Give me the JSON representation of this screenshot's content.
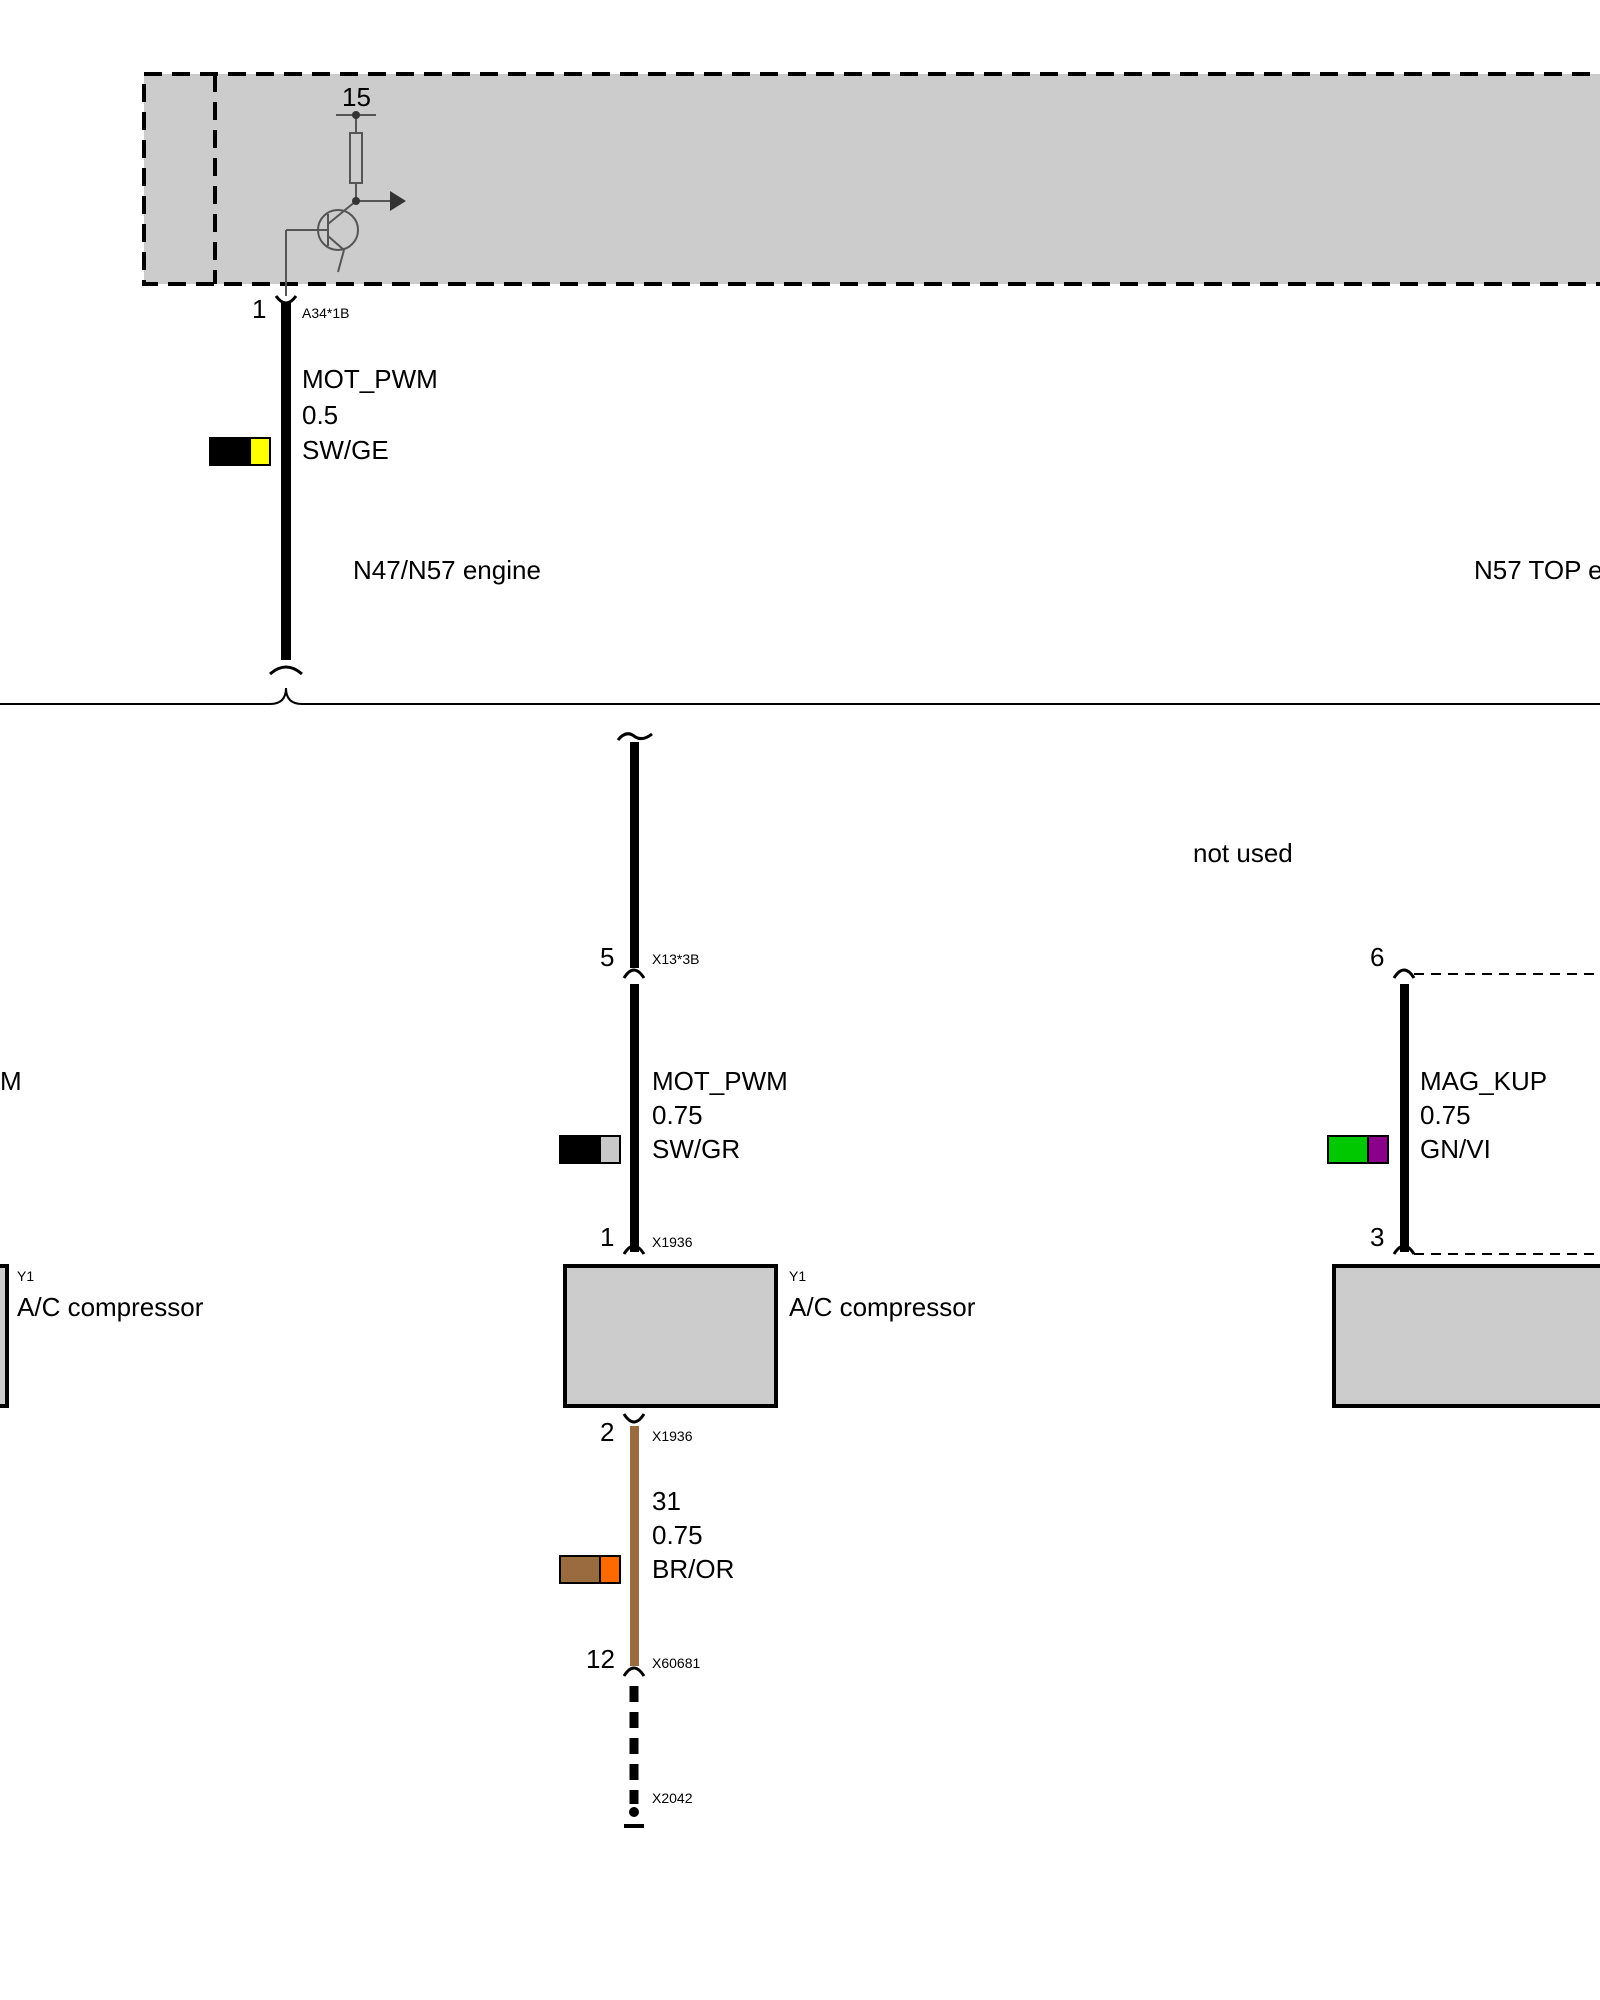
{
  "module_top": {
    "terminal": "15",
    "pin": "1",
    "connector": "A34*1B"
  },
  "wire_mot_pwm_top": {
    "signal": "MOT_PWM",
    "gauge": "0.5",
    "color_code": "SW/GE",
    "colors": [
      "#000000",
      "#ffff00"
    ]
  },
  "variants": {
    "left": "N47/N57 engine",
    "right": "N57 TOP e"
  },
  "left_partial": {
    "signal_fragment": "M",
    "component_id": "Y1",
    "component_name": "A/C compressor"
  },
  "middle": {
    "pin_top": "5",
    "connector_top": "X13*3B",
    "wire": {
      "signal": "MOT_PWM",
      "gauge": "0.75",
      "color_code": "SW/GR",
      "colors": [
        "#000000",
        "#c8c8c8"
      ]
    },
    "comp_pin_top": "1",
    "comp_connector_top": "X1936",
    "component_id": "Y1",
    "component_name": "A/C compressor",
    "comp_pin_bottom": "2",
    "comp_connector_bottom": "X1936",
    "ground_wire": {
      "signal": "31",
      "gauge": "0.75",
      "color_code": "BR/OR",
      "colors": [
        "#9a6b3e",
        "#ff6a00"
      ]
    },
    "ground_pin": "12",
    "ground_connector": "X60681",
    "ground_point": "X2042"
  },
  "right": {
    "note": "not used",
    "pin_top": "6",
    "wire": {
      "signal": "MAG_KUP",
      "gauge": "0.75",
      "color_code": "GN/VI",
      "colors": [
        "#00c800",
        "#8b008b"
      ]
    },
    "comp_pin": "3"
  },
  "style": {
    "module_fill": "#cccccc",
    "wire_black": "#000000",
    "wire_brown": "#9a6b3e"
  }
}
